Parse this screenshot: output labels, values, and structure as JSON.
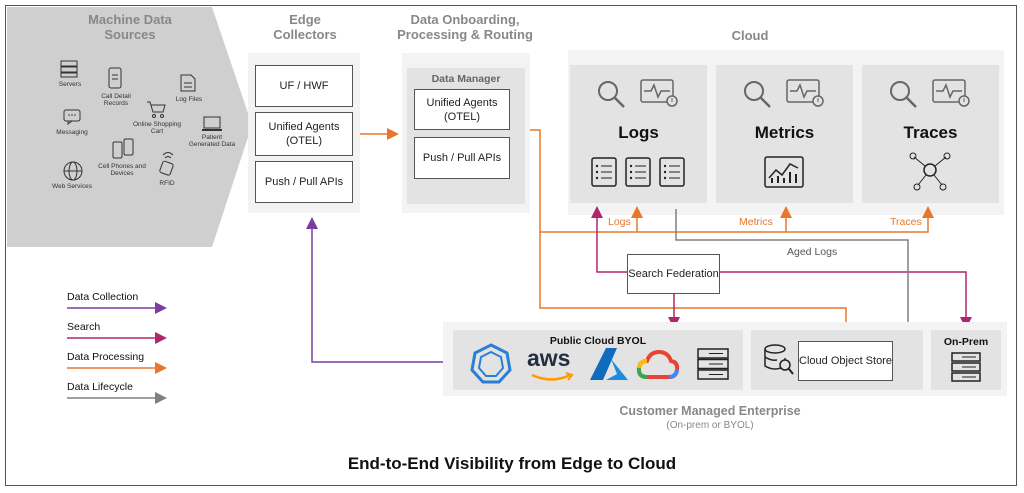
{
  "headers": {
    "sources": [
      "Machine Data",
      "Sources"
    ],
    "collectors": [
      "Edge",
      "Collectors"
    ],
    "onboarding": [
      "Data Onboarding,",
      "Processing & Routing"
    ],
    "cloud": "Cloud"
  },
  "sources": {
    "servers": "Servers",
    "call_detail": "Call Detail Records",
    "log_files": "Log Files",
    "messaging": "Messaging",
    "shopping_cart": "Online Shopping Cart",
    "patient_data": "Patient Generated Data",
    "cell_phones": "Cell Phones and Devices",
    "web_services": "Web Services",
    "rfid": "RFID"
  },
  "collectors": {
    "uf_hwf": "UF / HWF",
    "unified_agents": "Unified Agents (OTEL)",
    "push_pull": "Push / Pull APIs"
  },
  "data_manager": {
    "title": "Data Manager",
    "unified_agents": "Unified Agents (OTEL)",
    "push_pull": "Push / Pull APIs"
  },
  "cloud": {
    "logs": "Logs",
    "metrics": "Metrics",
    "traces": "Traces"
  },
  "flows": {
    "logs": "Logs",
    "metrics": "Metrics",
    "traces": "Traces",
    "aged_logs": "Aged Logs",
    "search_federation": "Search Federation"
  },
  "enterprise": {
    "public_cloud": "Public Cloud BYOL",
    "aws": "aws",
    "cloud_object_store": "Cloud Object Store",
    "on_prem": "On-Prem",
    "title": "Customer Managed Enterprise",
    "subtitle": "(On-prem or BYOL)"
  },
  "legend": {
    "collection": "Data Collection",
    "search": "Search",
    "processing": "Data Processing",
    "lifecycle": "Data Lifecycle"
  },
  "title": "End-to-End Visibility from Edge to Cloud",
  "colors": {
    "collection": "#7b3fa0",
    "search": "#b0266e",
    "processing": "#e8772e",
    "lifecycle": "#808080"
  }
}
